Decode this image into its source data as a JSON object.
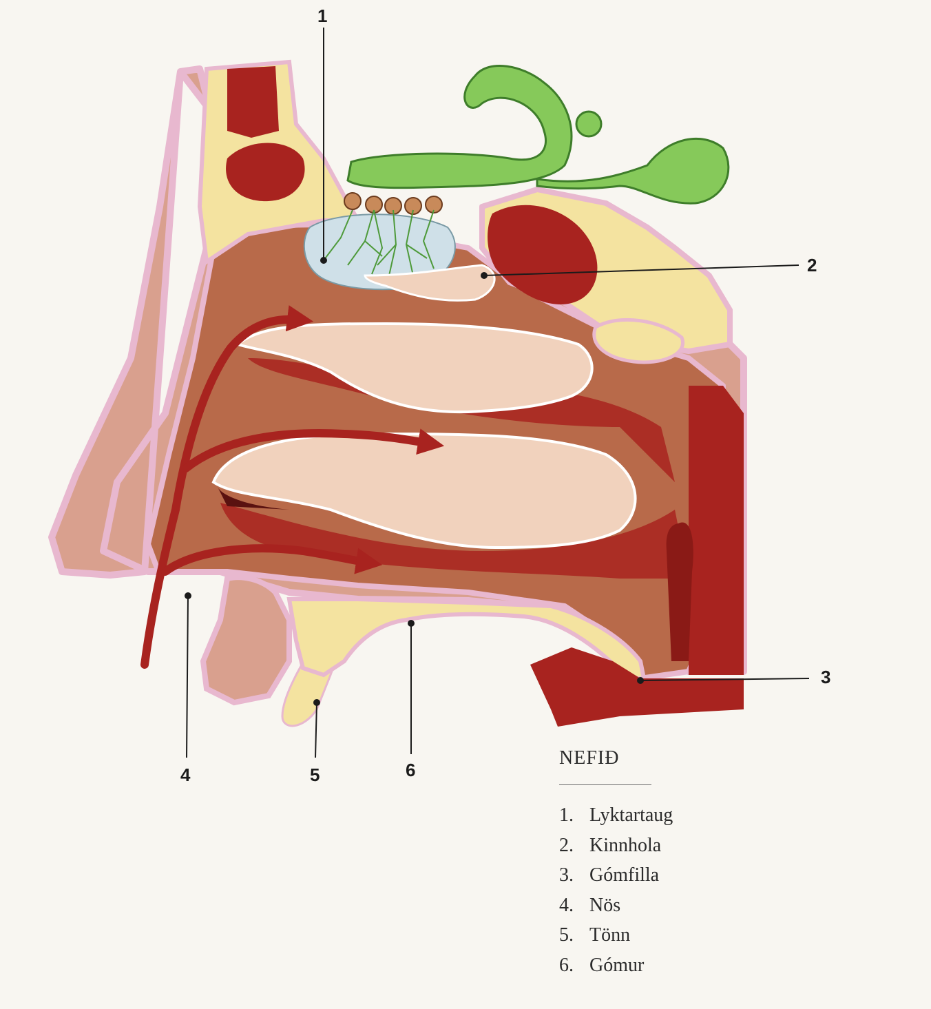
{
  "callouts": [
    "1",
    "2",
    "3",
    "4",
    "5",
    "6"
  ],
  "legend": {
    "title": "NEFIÐ",
    "items": [
      {
        "n": "1.",
        "label": "Lyktartaug"
      },
      {
        "n": "2.",
        "label": "Kinnhola"
      },
      {
        "n": "3.",
        "label": "Gómfilla"
      },
      {
        "n": "4.",
        "label": "Nös"
      },
      {
        "n": "5.",
        "label": "Tönn"
      },
      {
        "n": "6.",
        "label": "Gómur"
      }
    ]
  },
  "colors": {
    "background": "#f8f6f1",
    "skin": "#d9a08e",
    "mucosa_outline": "#e8b8cf",
    "bone": "#f4e3a0",
    "blood_red": "#a8231f",
    "cavity_brown": "#b86a4a",
    "turbinate": "#f1d2bd",
    "olfactory_green": "#86c95a",
    "olfactory_bulb_blue": "#cfe0e8",
    "label_line": "#1b1b1b"
  }
}
